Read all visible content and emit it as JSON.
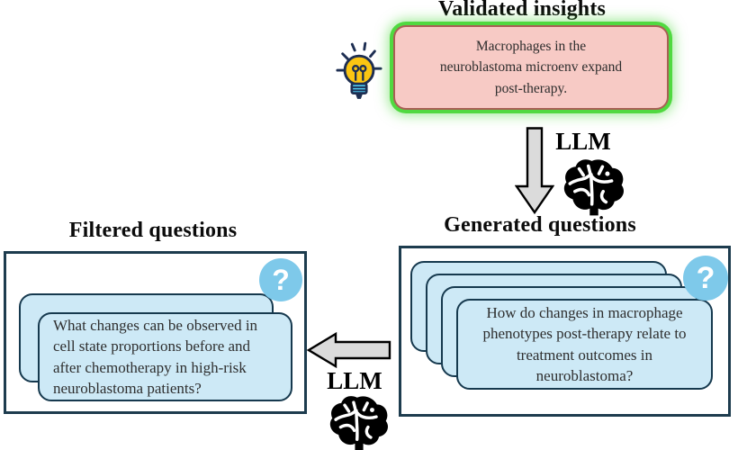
{
  "palette": {
    "box_border": "#1d3c4e",
    "card_border": "#16394e",
    "card_fill": "#cde9f6",
    "qmark_fill": "#7ec9ea",
    "insight_fill": "#f7cac5",
    "insight_border": "#a85f55",
    "glow_green": "#50d940",
    "arrow_fill": "#dbdbdb",
    "bulb_yellow": "#fbc512",
    "bulb_base_blue": "#4ec9ee",
    "icon_outline": "#1d2e52"
  },
  "validated": {
    "title": "Validated insights",
    "insight": "Macrophages in the neuroblastoma microenv expand post-therapy.",
    "icon": "lightbulb-icon"
  },
  "flow": {
    "top_llm_label": "LLM",
    "bottom_llm_label": "LLM",
    "llm_icon": "brain-icon",
    "top_arrow_direction": "down",
    "bottom_arrow_direction": "left"
  },
  "generated": {
    "title": "Generated questions",
    "question": "How do changes in macrophage phenotypes post-therapy relate to treatment outcomes in neuroblastoma?",
    "stacked_cards": 4,
    "question_mark": "?"
  },
  "filtered": {
    "title": "Filtered questions",
    "question": "What changes can be observed in cell state proportions before and after chemotherapy in high-risk neuroblastoma patients?",
    "stacked_cards": 2,
    "question_mark": "?"
  }
}
